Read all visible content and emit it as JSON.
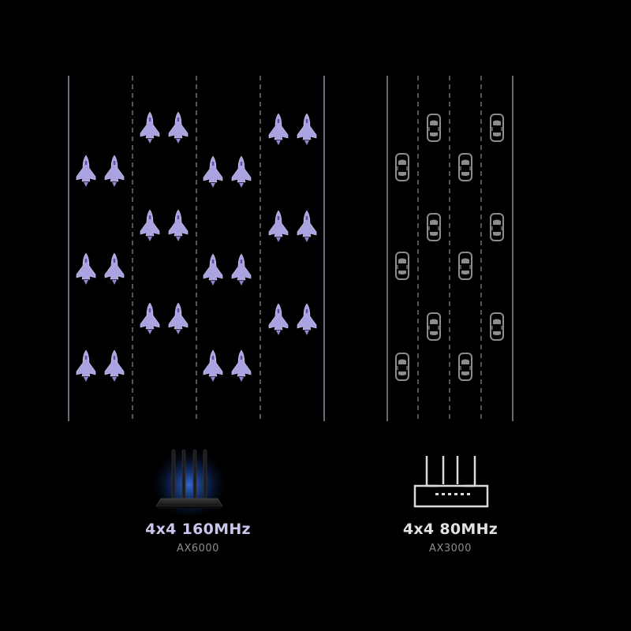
{
  "comparison": {
    "left": {
      "spec": "4x4 160MHz",
      "model": "AX6000",
      "vehicle_icon": "space-shuttle-icon",
      "router_icon": "router-photo-icon",
      "accent_color": "#b9b3ec",
      "glow_color": "#2f6df0"
    },
    "right": {
      "spec": "4x4 80MHz",
      "model": "AX3000",
      "vehicle_icon": "car-icon",
      "router_icon": "router-outline-icon",
      "accent_color": "#7d7d7d"
    }
  }
}
